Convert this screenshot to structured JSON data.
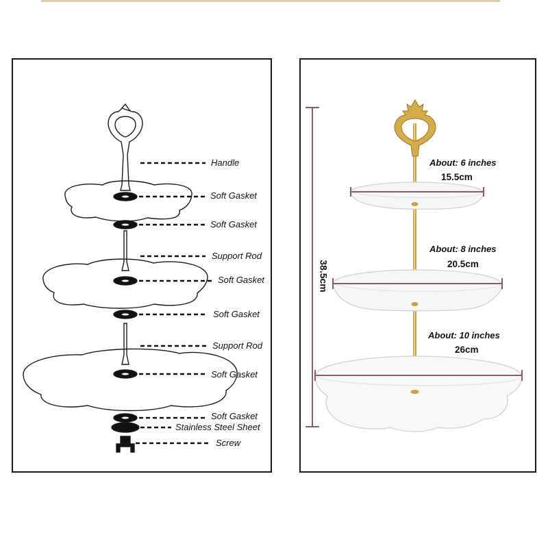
{
  "left_panel": {
    "labels": [
      "Handle",
      "Soft Gasket",
      "Soft Gasket",
      "Support Rod",
      "Soft Gasket",
      "Soft Gasket",
      "Support Rod",
      "Soft Gasket",
      "Soft Gasket",
      "Stainless Steel Sheet",
      "Screw"
    ]
  },
  "right_panel": {
    "height_label": "38.5cm",
    "tiers": [
      {
        "inches": "About: 6 inches",
        "cm": "15.5cm"
      },
      {
        "inches": "About: 8 inches",
        "cm": "20.5cm"
      },
      {
        "inches": "About: 10 inches",
        "cm": "26cm"
      }
    ]
  },
  "colors": {
    "dimension_line": "#8c5a6a",
    "gold": "#c9a23a",
    "outline": "#1a1a1a"
  }
}
